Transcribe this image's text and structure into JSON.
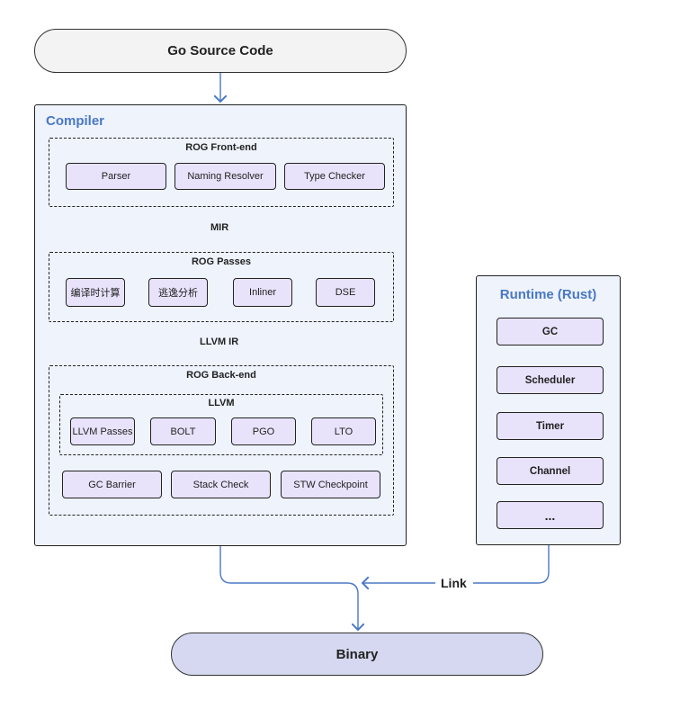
{
  "source": {
    "label": "Go Source Code"
  },
  "compiler": {
    "title": "Compiler",
    "frontend": {
      "title": "ROG Front-end",
      "items": [
        "Parser",
        "Naming Resolver",
        "Type Checker"
      ]
    },
    "mir_label": "MIR",
    "passes": {
      "title": "ROG Passes",
      "items": [
        "编译时计算",
        "逃逸分析",
        "Inliner",
        "DSE"
      ]
    },
    "llvm_ir_label": "LLVM IR",
    "backend": {
      "title": "ROG Back-end",
      "llvm": {
        "title": "LLVM",
        "items": [
          "LLVM Passes",
          "BOLT",
          "PGO",
          "LTO"
        ]
      },
      "items": [
        "GC Barrier",
        "Stack Check",
        "STW Checkpoint"
      ]
    }
  },
  "runtime": {
    "title": "Runtime (Rust)",
    "items": [
      "GC",
      "Scheduler",
      "Timer",
      "Channel",
      "..."
    ]
  },
  "link_label": "Link",
  "binary": {
    "label": "Binary"
  },
  "colors": {
    "arrow": "#4a78c4",
    "panel_bg": "#eef3fc",
    "box_fill": "#e8e3fb",
    "title_blue": "#4a78c4",
    "binary_fill": "#d5d8f0",
    "source_fill": "#f3f3f3"
  }
}
